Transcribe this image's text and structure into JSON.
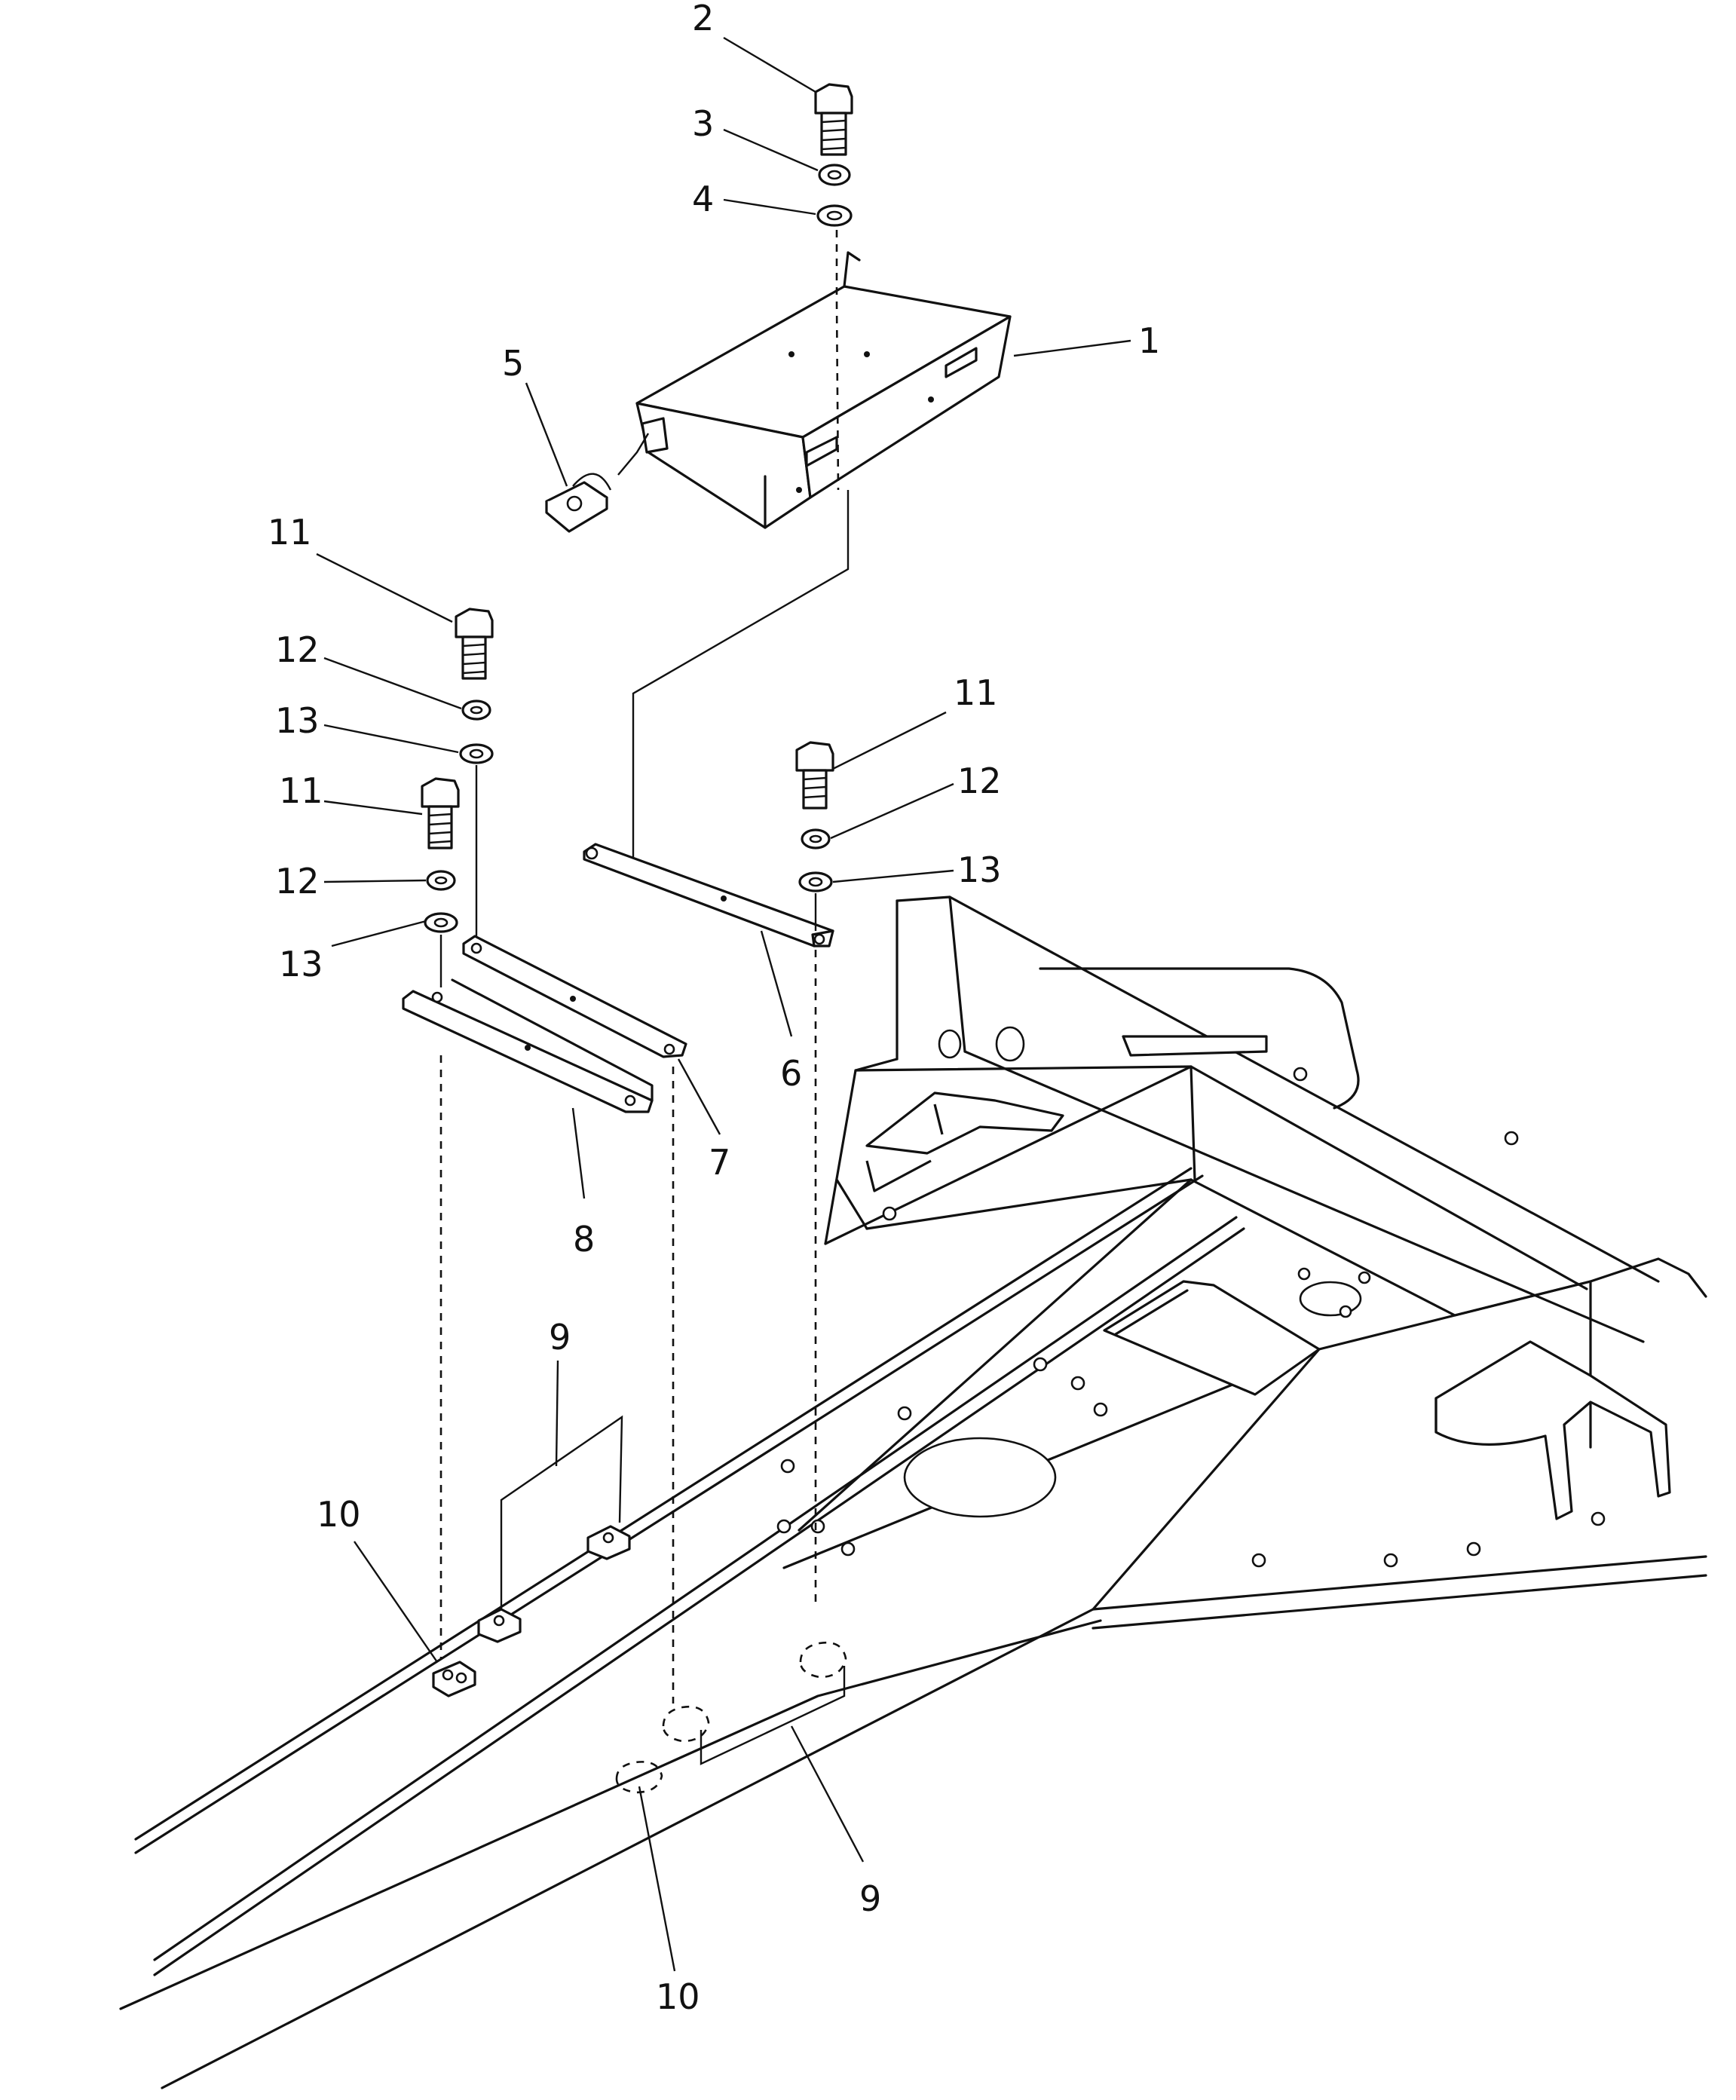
{
  "callouts": [
    {
      "id": "c1",
      "text": "1"
    },
    {
      "id": "c2",
      "text": "2"
    },
    {
      "id": "c3",
      "text": "3"
    },
    {
      "id": "c4",
      "text": "4"
    },
    {
      "id": "c5",
      "text": "5"
    },
    {
      "id": "c6",
      "text": "6"
    },
    {
      "id": "c7",
      "text": "7"
    },
    {
      "id": "c8",
      "text": "8"
    },
    {
      "id": "c9a",
      "text": "9"
    },
    {
      "id": "c9b",
      "text": "9"
    },
    {
      "id": "c10a",
      "text": "10"
    },
    {
      "id": "c10b",
      "text": "10"
    },
    {
      "id": "c11a",
      "text": "11"
    },
    {
      "id": "c11b",
      "text": "11"
    },
    {
      "id": "c11c",
      "text": "11"
    },
    {
      "id": "c12a",
      "text": "12"
    },
    {
      "id": "c12b",
      "text": "12"
    },
    {
      "id": "c12c",
      "text": "12"
    },
    {
      "id": "c13a",
      "text": "13"
    },
    {
      "id": "c13b",
      "text": "13"
    },
    {
      "id": "c13c",
      "text": "13"
    }
  ]
}
